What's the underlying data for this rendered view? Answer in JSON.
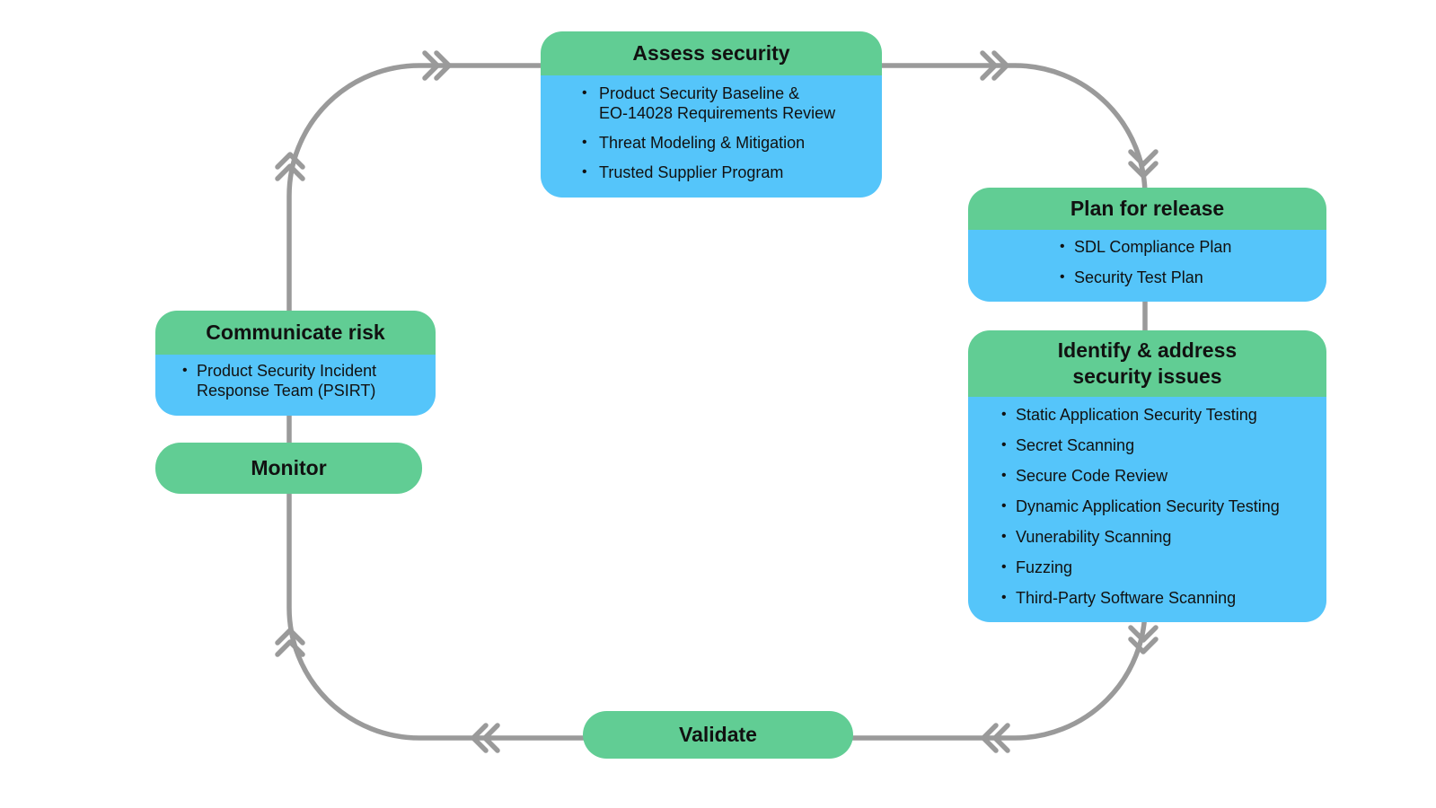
{
  "colors": {
    "header_green": "#61CD94",
    "body_blue": "#55C5FA",
    "line_gray": "#9A9A9A",
    "text_black": "#111111",
    "background": "#FFFFFF"
  },
  "nodes": {
    "assess_security": {
      "title": "Assess security",
      "bullets": [
        "Product Security Baseline &\nEO-14028 Requirements Review",
        "Threat Modeling & Mitigation",
        "Trusted Supplier Program"
      ]
    },
    "plan_for_release": {
      "title": "Plan for release",
      "bullets": [
        "SDL Compliance Plan",
        "Security Test Plan"
      ]
    },
    "identify_address": {
      "title": "Identify & address\nsecurity issues",
      "bullets": [
        "Static Application Security Testing",
        "Secret Scanning",
        "Secure Code Review",
        "Dynamic Application Security Testing",
        "Vunerability Scanning",
        "Fuzzing",
        "Third-Party Software Scanning"
      ]
    },
    "validate": {
      "title": "Validate"
    },
    "monitor": {
      "title": "Monitor"
    },
    "communicate_risk": {
      "title": "Communicate risk",
      "bullets": [
        "Product Security Incident\nResponse Team (PSIRT)"
      ]
    }
  },
  "flow": {
    "direction": "clockwise",
    "arrow_icons": [
      "double-chevron-right-icon",
      "double-chevron-right-icon",
      "double-chevron-down-icon",
      "double-chevron-down-icon",
      "double-chevron-left-icon",
      "double-chevron-left-icon",
      "double-chevron-up-icon",
      "double-chevron-up-icon"
    ]
  }
}
